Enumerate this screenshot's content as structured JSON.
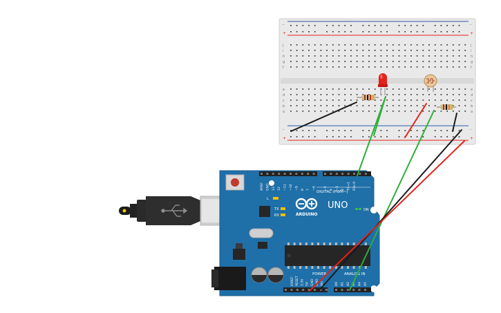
{
  "board": {
    "brand": "ARDUINO",
    "model": "UNO",
    "on_label": "ON",
    "digital_label": "DIGITAL (PWM~)",
    "power_label": "POWER",
    "analog_label": "ANALOG IN",
    "tx_label": "TX",
    "rx_label": "RX",
    "l_label": "L",
    "digital_pins": [
      "AREF",
      "GND",
      "13",
      "12",
      "~11",
      "~10",
      "~9",
      "8",
      "7",
      "~6",
      "~5",
      "4",
      "~3",
      "2",
      "TX→1",
      "RX←0"
    ],
    "power_pins": [
      "IOREF",
      "RESET",
      "3.3V",
      "5V",
      "GND",
      "GND",
      "Vin"
    ],
    "analog_pins": [
      "A0",
      "A1",
      "A2",
      "A3",
      "A4",
      "A5"
    ]
  },
  "breadboard": {
    "row_letters_top": [
      "j",
      "i",
      "h",
      "g",
      "f"
    ],
    "row_letters_bottom": [
      "e",
      "d",
      "c",
      "b",
      "a"
    ],
    "rail_plus": "+",
    "rail_minus": "-"
  },
  "colors": {
    "board_blue": "#1f6fa8",
    "board_dark": "#155d8f",
    "wire_green": "#2fae3a",
    "wire_red": "#e2231a",
    "wire_black": "#1a1a1a",
    "led_red": "#e2231a",
    "rail_red": "#e2231a",
    "rail_blue": "#2a5caa"
  }
}
